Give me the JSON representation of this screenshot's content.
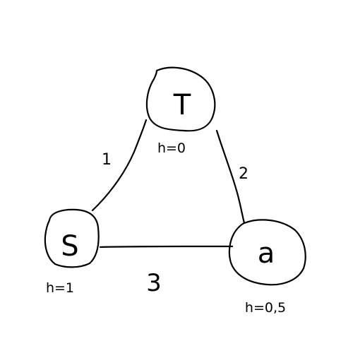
{
  "diagram": {
    "nodes": {
      "T": {
        "label": "T",
        "heuristic": "h=0"
      },
      "S": {
        "label": "S",
        "heuristic": "h=1"
      },
      "a": {
        "label": "a",
        "heuristic": "h=0,5"
      }
    },
    "edges": {
      "S_T": {
        "weight": "1"
      },
      "T_a": {
        "weight": "2"
      },
      "S_a": {
        "weight": "3"
      }
    }
  }
}
